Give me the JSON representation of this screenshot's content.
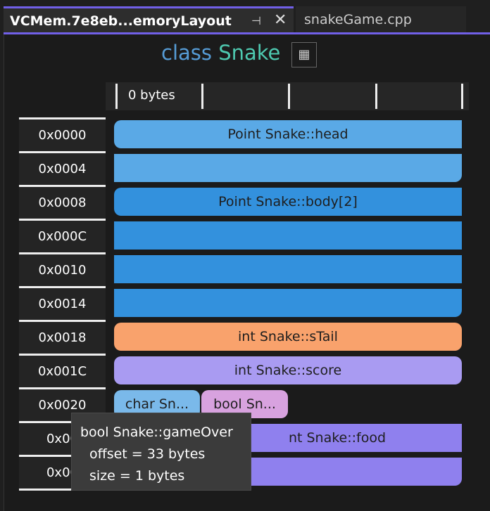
{
  "tabs": [
    {
      "label": "VCMem.7e8eb...emoryLayout",
      "active": true
    },
    {
      "label": "snakeGame.cpp",
      "active": false
    }
  ],
  "header": {
    "keyword": "class",
    "class_name": "Snake",
    "layout_icon": "table-layout-icon"
  },
  "ruler": {
    "label": "0 bytes"
  },
  "addresses": [
    "0x0000",
    "0x0004",
    "0x0008",
    "0x000C",
    "0x0010",
    "0x0014",
    "0x0018",
    "0x001C",
    "0x0020",
    "0x00",
    "0x00"
  ],
  "fields": [
    {
      "label": "Point Snake::head",
      "color": "#5aa9e6"
    },
    {
      "label": "Point Snake::body[2]",
      "color": "#3391dd"
    },
    {
      "label": "int Snake::sTail",
      "color": "#f9a26c"
    },
    {
      "label": "int Snake::score",
      "color": "#a99bf2"
    },
    {
      "label": "char Sn...",
      "color": "#7ab9ea"
    },
    {
      "label": "bool Sn...",
      "color": "#d8a2df"
    },
    {
      "label": "nt Snake::food",
      "color": "#8f80ee"
    }
  ],
  "tooltip": {
    "title": "bool Snake::gameOver",
    "offset": "offset = 33 bytes",
    "size": "size = 1 bytes"
  }
}
